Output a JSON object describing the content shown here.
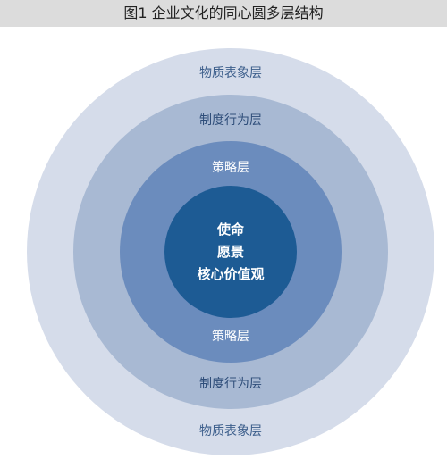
{
  "figure": {
    "title": "图1  企业文化的同心圆多层结构"
  },
  "rings": [
    {
      "key": "material",
      "label_top": "物质表象层",
      "label_bottom": "物质表象层",
      "color": "#d5dcea",
      "text_color": "#3d5f8c"
    },
    {
      "key": "institution",
      "label_top": "制度行为层",
      "label_bottom": "制度行为层",
      "color": "#a8b9d3",
      "text_color": "#2f4e7a"
    },
    {
      "key": "strategy",
      "label_top": "策略层",
      "label_bottom": "策略层",
      "color": "#6b8cbd",
      "text_color": "#ffffff"
    },
    {
      "key": "core",
      "color": "#1d5b94",
      "text_color": "#ffffff"
    }
  ],
  "core": {
    "line1": "使命",
    "line2": "愿景",
    "line3": "核心价值观"
  }
}
